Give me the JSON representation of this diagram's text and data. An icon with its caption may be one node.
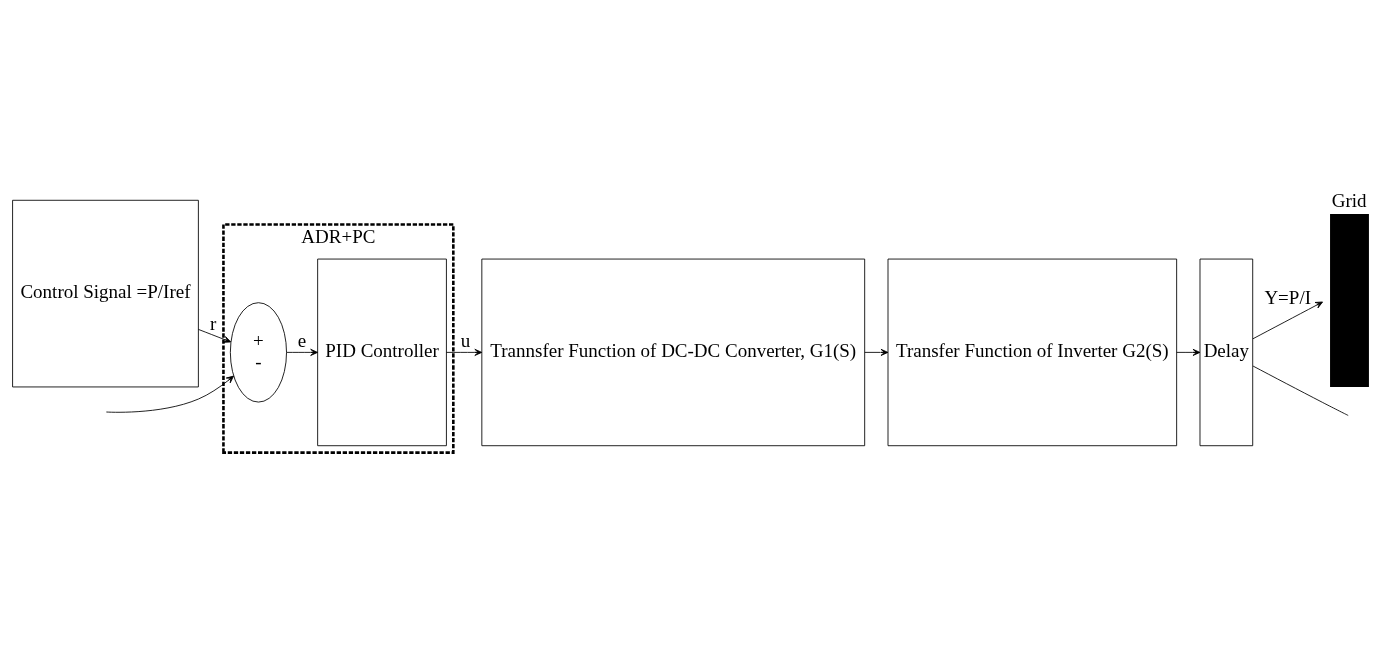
{
  "diagram": {
    "nodes": [
      {
        "text": [
          "ADR+PC"
        ]
      },
      {
        "text": [
          "Control Signal =P/Iref"
        ]
      },
      {
        "text": [
          "+",
          "-"
        ],
        "in": 0
      },
      {
        "text": [
          "PID Controller"
        ],
        "in": 0
      },
      {
        "text": [
          "Trannsfer Function of DC-DC Converter, G1(S)"
        ]
      },
      {
        "text": [
          "Transfer Function of Inverter G2(S)"
        ]
      },
      {
        "text": [
          "Delay"
        ]
      },
      {
        "text": [
          "Grid"
        ]
      }
    ],
    "edges": [
      {
        "from": 1,
        "to": 2,
        "arrow": "to",
        "label": "r"
      },
      {
        "from": 2,
        "to": 3,
        "arrow": "to",
        "label": "e"
      },
      {
        "from": 3,
        "to": 4,
        "arrow": "to",
        "label": "u"
      },
      {
        "from": 4,
        "to": 5,
        "arrow": "to"
      },
      {
        "from": 5,
        "to": 6,
        "arrow": "to"
      },
      {
        "from": 6,
        "to": 7,
        "arrow": "to",
        "label": "Y=P/I"
      },
      {
        "from": 6,
        "to": null,
        "arrow": "none"
      },
      {
        "from": null,
        "to": 2,
        "arrow": "to"
      }
    ]
  }
}
